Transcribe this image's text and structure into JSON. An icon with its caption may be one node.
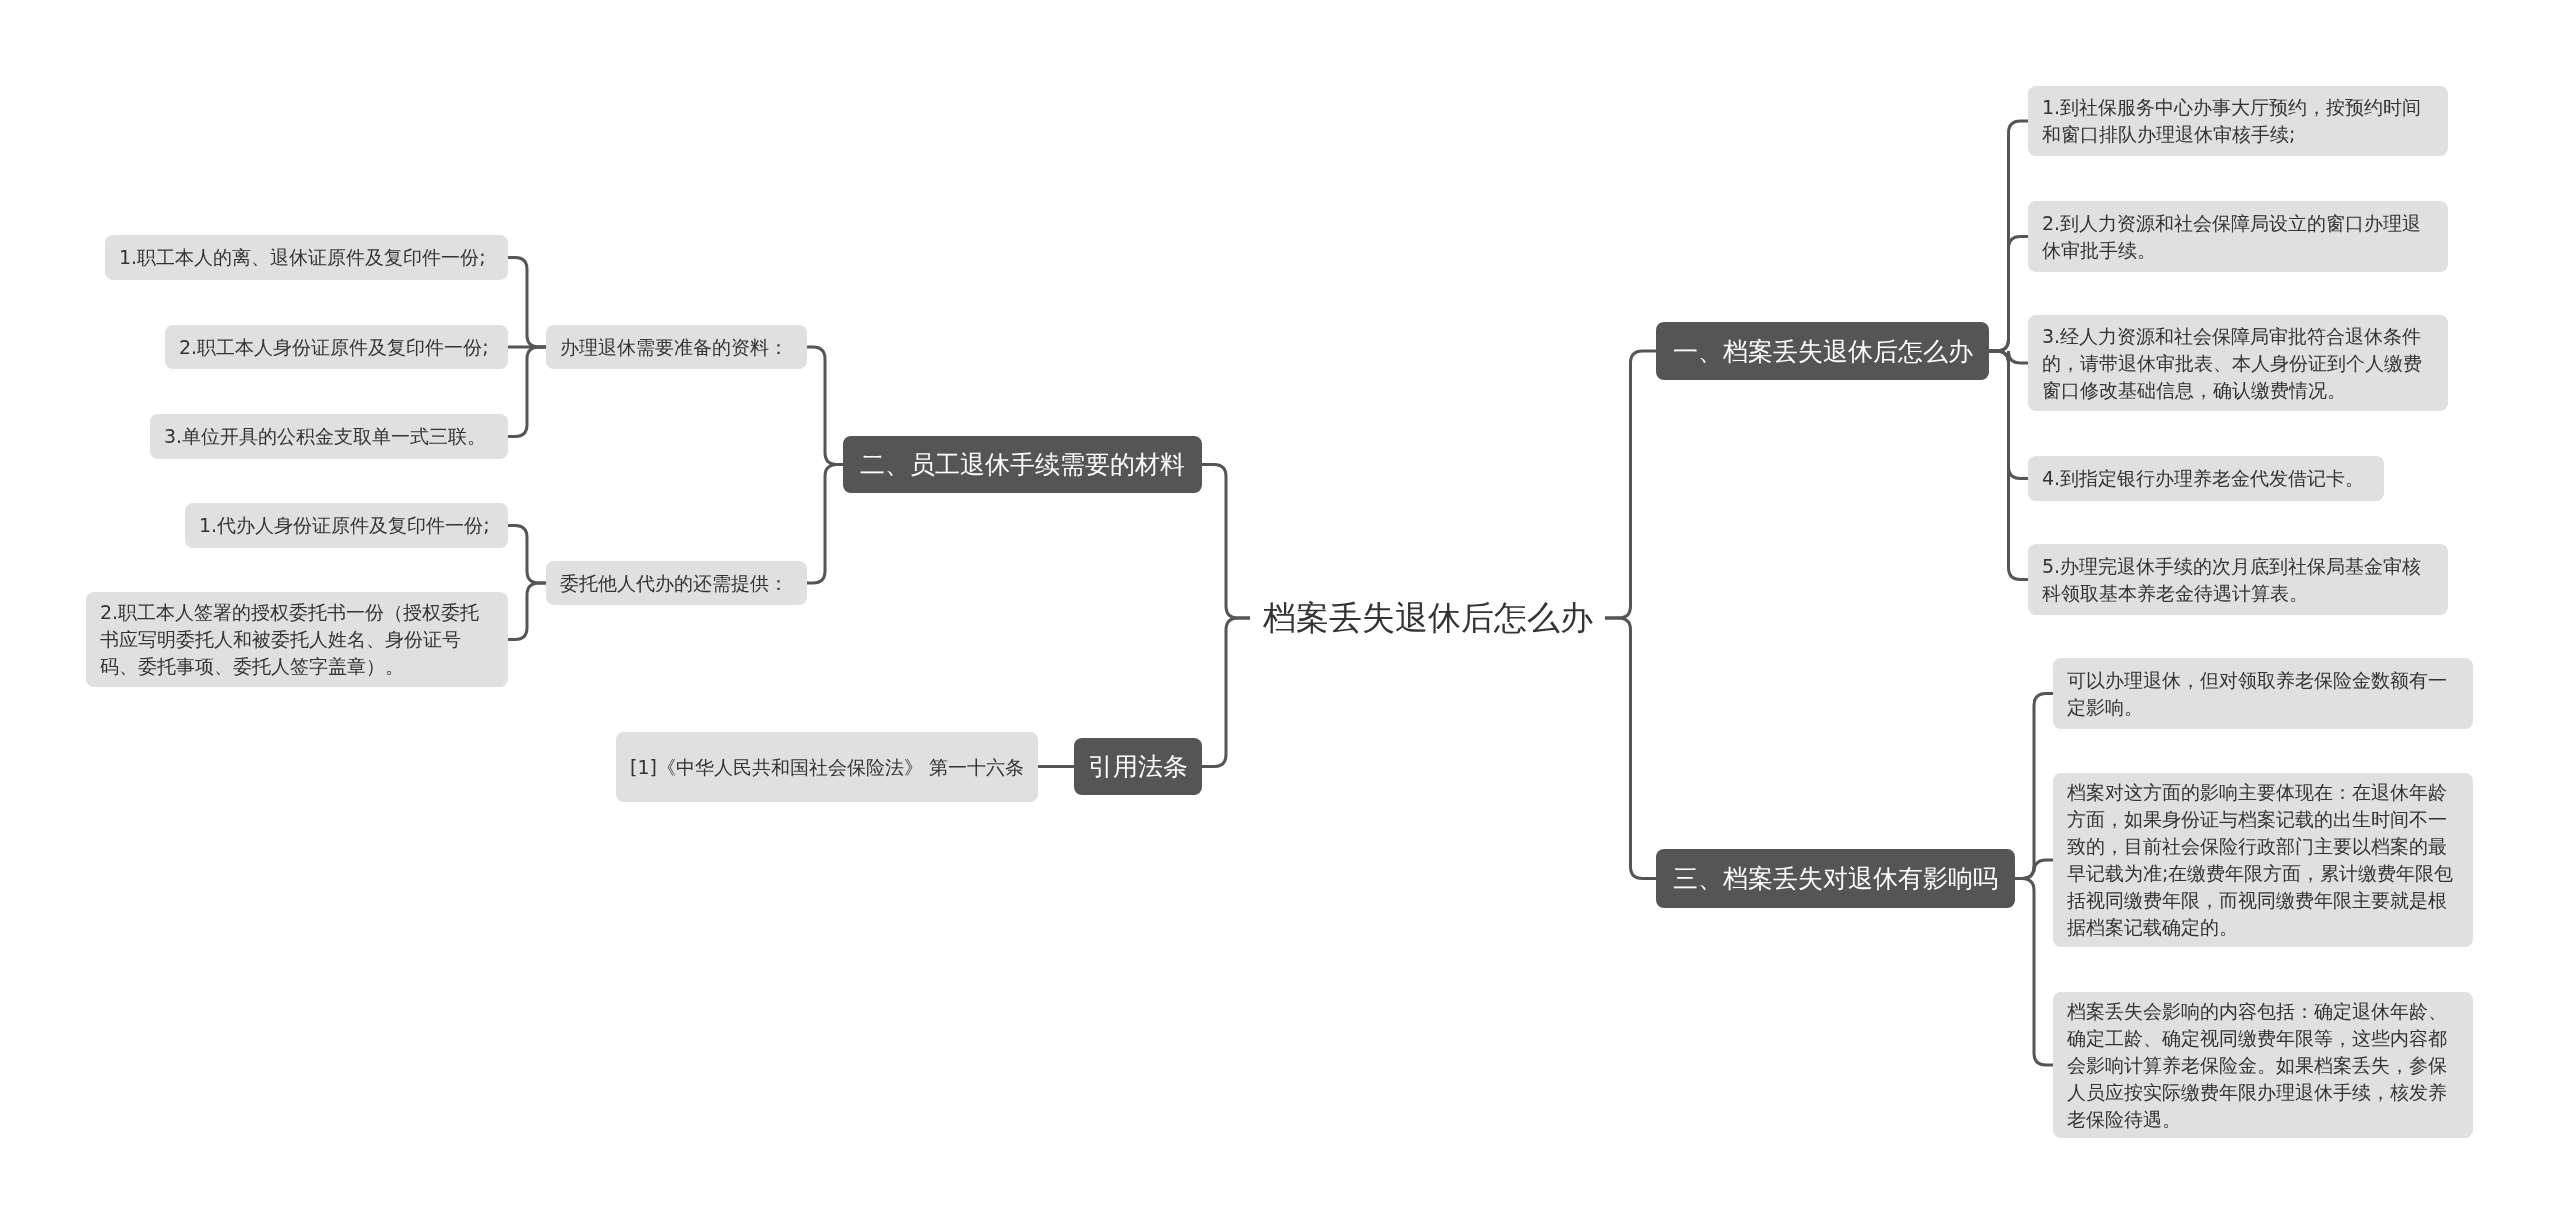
{
  "diagram": {
    "nodes": [
      {
        "text": [
          "档案丢失退休后怎么办"
        ]
      },
      {
        "text": [
          "一、档案丢失退休后怎么办"
        ]
      },
      {
        "text": [
          "1.到社保服务中心办事大厅预约，按预约时间和窗口排队办理退休审核手续;"
        ]
      },
      {
        "text": [
          "2.到人力资源和社会保障局设立的窗口办理退休审批手续。"
        ]
      },
      {
        "text": [
          "3.经人力资源和社会保障局审批符合退休条件的，请带退休审批表、本人身份证到个人缴费窗口修改基础信息，确认缴费情况。"
        ]
      },
      {
        "text": [
          "4.到指定银行办理养老金代发借记卡。"
        ]
      },
      {
        "text": [
          "5.办理完退休手续的次月底到社保局基金审核科领取基本养老金待遇计算表。"
        ]
      },
      {
        "text": [
          "二、员工退休手续需要的材料"
        ]
      },
      {
        "text": [
          "办理退休需要准备的资料："
        ]
      },
      {
        "text": [
          "1.职工本人的离、退休证原件及复印件一份;"
        ]
      },
      {
        "text": [
          "2.职工本人身份证原件及复印件一份;"
        ]
      },
      {
        "text": [
          "3.单位开具的公积金支取单一式三联。"
        ]
      },
      {
        "text": [
          "委托他人代办的还需提供："
        ]
      },
      {
        "text": [
          "1.代办人身份证原件及复印件一份;"
        ]
      },
      {
        "text": [
          "2.职工本人签署的授权委托书一份（授权委托书应写明委托人和被委托人姓名、身份证号码、委托事项、委托人签字盖章）。"
        ]
      },
      {
        "text": [
          "三、档案丢失对退休有影响吗"
        ]
      },
      {
        "text": [
          "可以办理退休，但对领取养老保险金数额有一定影响。"
        ]
      },
      {
        "text": [
          "档案对这方面的影响主要体现在：在退休年龄方面，如果身份证与档案记载的出生时间不一致的，目前社会保险行政部门主要以档案的最早记载为准;在缴费年限方面，累计缴费年限包括视同缴费年限，而视同缴费年限主要就是根据档案记载确定的。"
        ]
      },
      {
        "text": [
          "档案丢失会影响的内容包括：确定退休年龄、确定工龄、确定视同缴费年限等，这些内容都会影响计算养老保险金。如果档案丢失，参保人员应按实际缴费年限办理退休手续，核发养老保险待遇。"
        ]
      },
      {
        "text": [
          "引用法条"
        ]
      },
      {
        "text": [
          "[1]《中华人民共和国社会保险法》 第一十六条"
        ]
      }
    ],
    "edges": [
      {
        "from": 0,
        "to": 1,
        "arrow": "none"
      },
      {
        "from": 1,
        "to": 2,
        "arrow": "none"
      },
      {
        "from": 1,
        "to": 3,
        "arrow": "none"
      },
      {
        "from": 1,
        "to": 4,
        "arrow": "none"
      },
      {
        "from": 1,
        "to": 5,
        "arrow": "none"
      },
      {
        "from": 1,
        "to": 6,
        "arrow": "none"
      },
      {
        "from": 0,
        "to": 7,
        "arrow": "none"
      },
      {
        "from": 7,
        "to": 8,
        "arrow": "none"
      },
      {
        "from": 8,
        "to": 9,
        "arrow": "none"
      },
      {
        "from": 8,
        "to": 10,
        "arrow": "none"
      },
      {
        "from": 8,
        "to": 11,
        "arrow": "none"
      },
      {
        "from": 7,
        "to": 12,
        "arrow": "none"
      },
      {
        "from": 12,
        "to": 13,
        "arrow": "none"
      },
      {
        "from": 12,
        "to": 14,
        "arrow": "none"
      },
      {
        "from": 0,
        "to": 15,
        "arrow": "none"
      },
      {
        "from": 15,
        "to": 16,
        "arrow": "none"
      },
      {
        "from": 15,
        "to": 17,
        "arrow": "none"
      },
      {
        "from": 15,
        "to": 18,
        "arrow": "none"
      },
      {
        "from": 0,
        "to": 19,
        "arrow": "none"
      },
      {
        "from": 19,
        "to": 20,
        "arrow": "none"
      }
    ]
  }
}
